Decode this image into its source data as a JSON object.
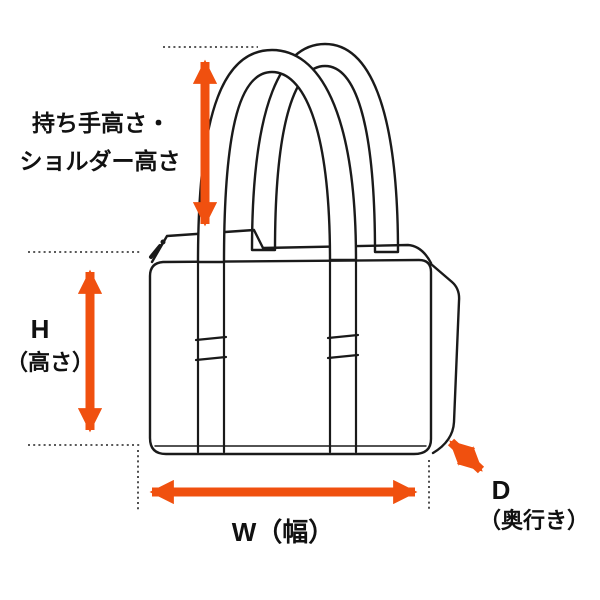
{
  "diagram": {
    "labels": {
      "handle_height_line1": "持ち手高さ・",
      "handle_height_line2": "ショルダー高さ",
      "height_symbol": "H",
      "height_sub": "（高さ）",
      "width": "W（幅）",
      "depth_symbol": "D",
      "depth_sub": "（奥行き）"
    },
    "colors": {
      "arrow": "#f0500f",
      "line": "#1a1a1a",
      "background": "#ffffff"
    }
  }
}
